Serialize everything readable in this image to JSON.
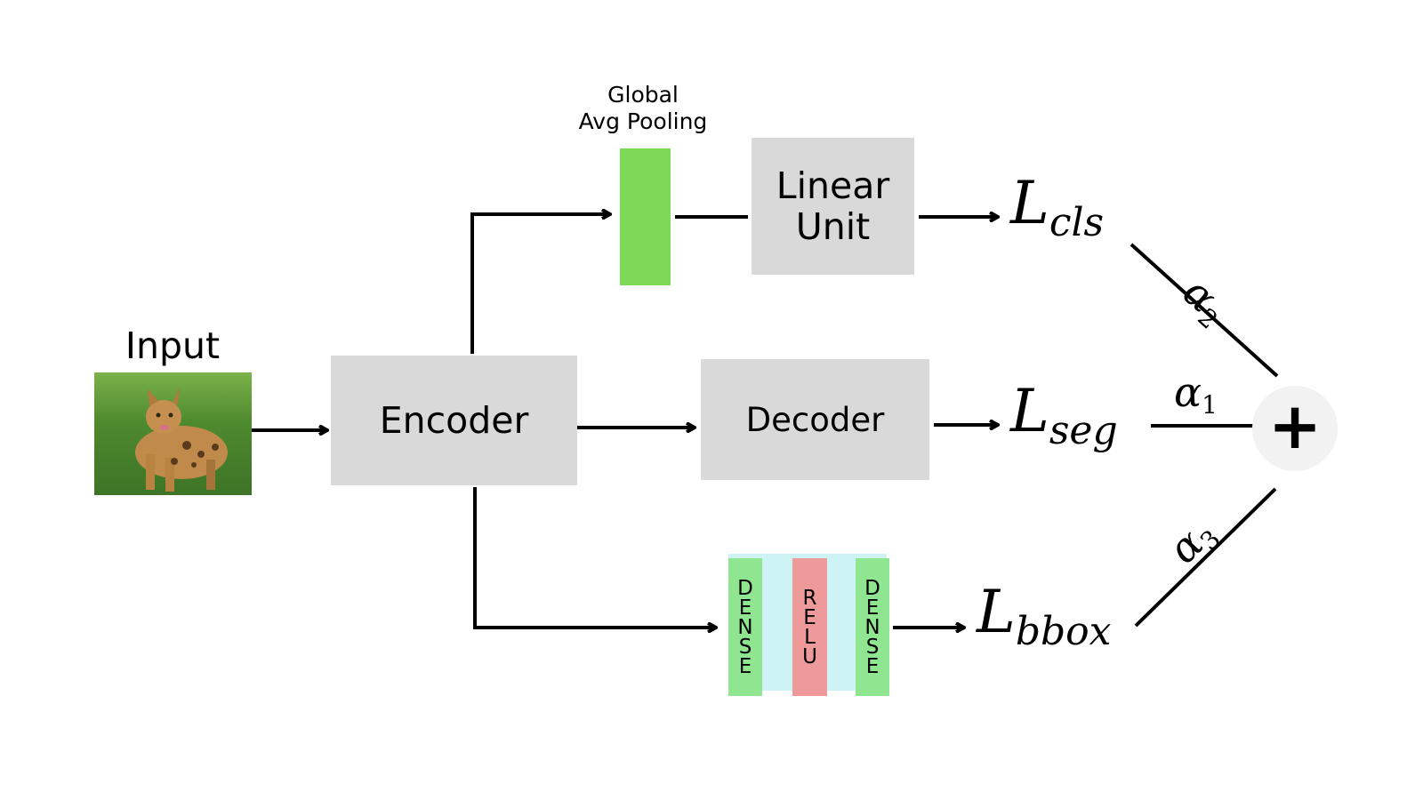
{
  "input": {
    "label": "Input",
    "image_desc_icon": "cat-photo"
  },
  "pooling": {
    "label_line1": "Global",
    "label_line2": "Avg Pooling",
    "color": "#7ed957"
  },
  "linear": {
    "line1": "Linear",
    "line2": "Unit"
  },
  "encoder": {
    "label": "Encoder"
  },
  "decoder": {
    "label": "Decoder"
  },
  "head": {
    "dense1": [
      "D",
      "E",
      "N",
      "S",
      "E"
    ],
    "relu": [
      "R",
      "E",
      "L",
      "U"
    ],
    "dense2": [
      "D",
      "E",
      "N",
      "S",
      "E"
    ],
    "dense_color": "#90e590",
    "relu_color": "#ee9a9a",
    "bg_color": "#cdf3f5"
  },
  "losses": {
    "cls": {
      "main": "L",
      "sub": "cls"
    },
    "seg": {
      "main": "L",
      "sub": "seg"
    },
    "bbox": {
      "main": "L",
      "sub": "bbox"
    }
  },
  "weights": {
    "a1": {
      "main": "α",
      "sub": "1"
    },
    "a2": {
      "main": "α",
      "sub": "2"
    },
    "a3": {
      "main": "α",
      "sub": "3"
    }
  },
  "sum": {
    "symbol": "+",
    "icon": "plus-icon"
  },
  "colors": {
    "box": "#d9d9d9",
    "arrow": "#000000",
    "sum_bg": "#f2f2f2"
  }
}
